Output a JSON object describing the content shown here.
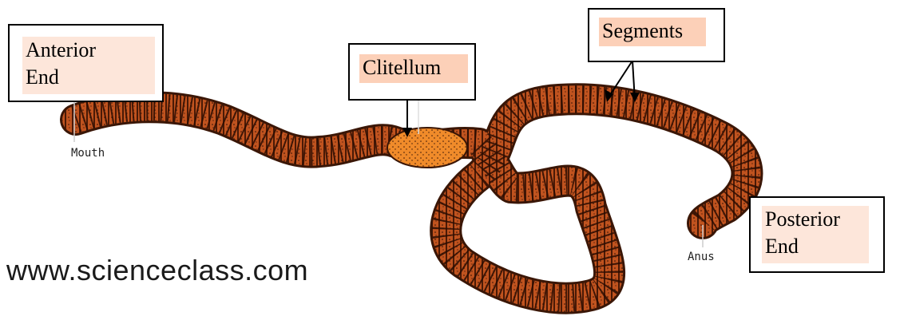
{
  "labels": {
    "anterior_end": "Anterior\nEnd",
    "clitellum": "Clitellum",
    "segments": "Segments",
    "posterior_end": "Posterior\nEnd",
    "mouth": "Mouth",
    "anus": "Anus"
  },
  "watermark": "www.scienceclass.com",
  "colors": {
    "worm_body": "#c0531f",
    "worm_dark": "#3a1606",
    "clitellum": "#f08b2a",
    "label_fill": "#fcd0b8",
    "label_fill_light": "#fde6da"
  }
}
